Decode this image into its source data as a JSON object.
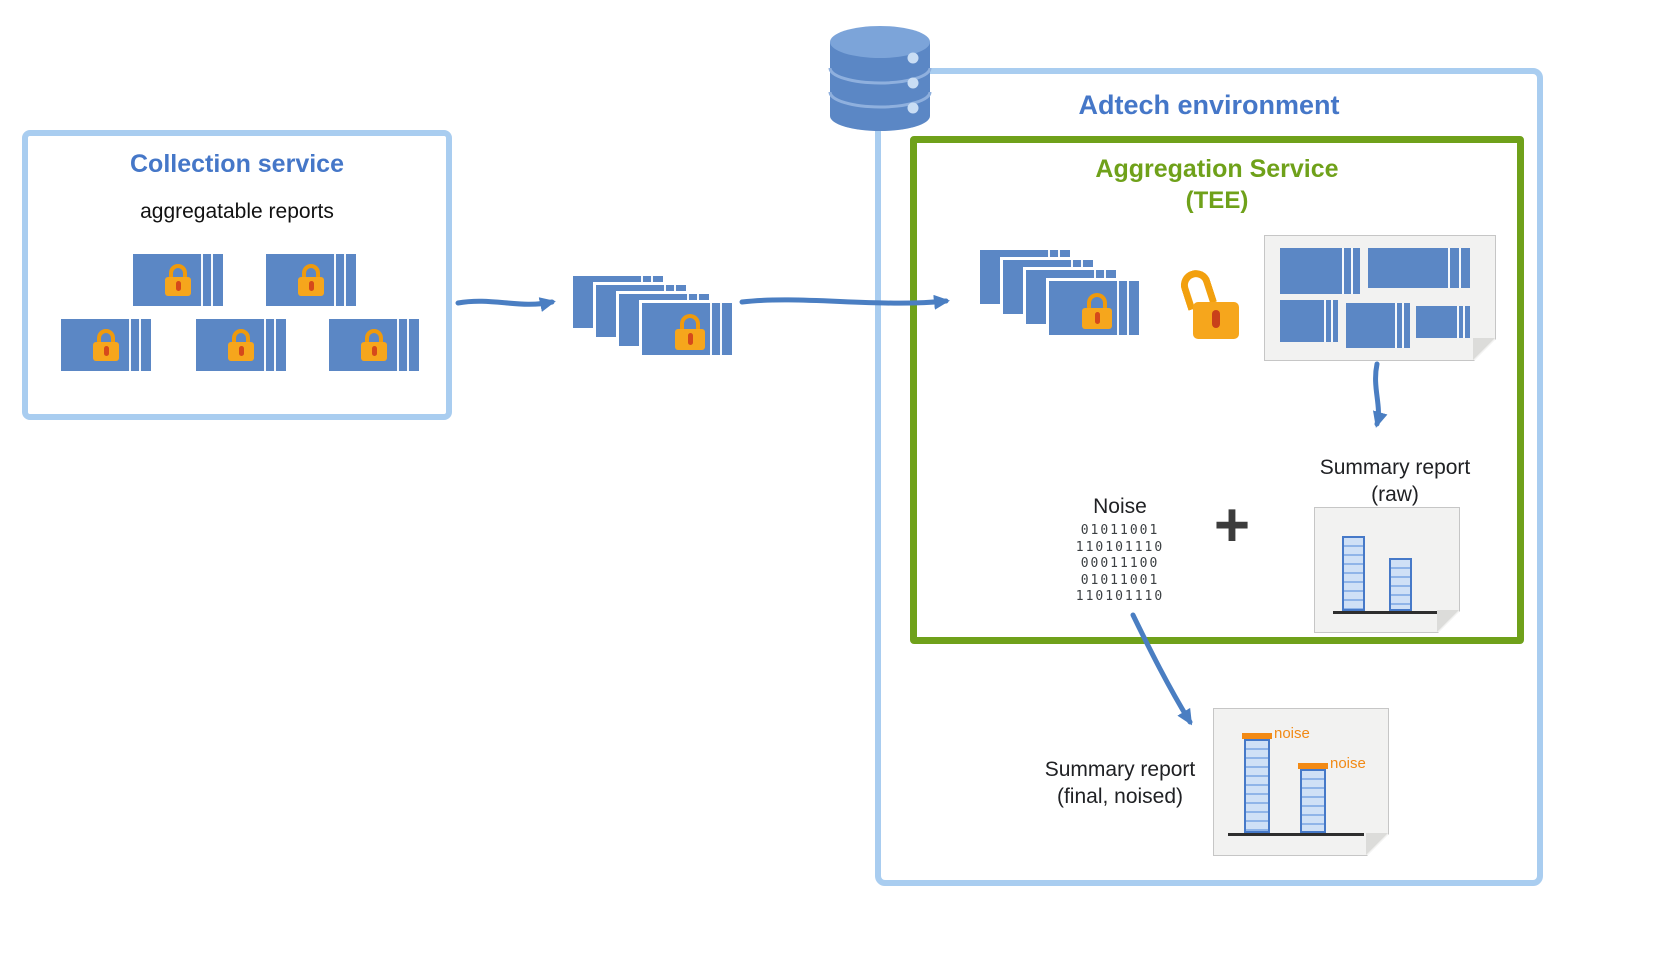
{
  "adtech": {
    "title": "Adtech environment"
  },
  "collection": {
    "title": "Collection service",
    "subtitle": "aggregatable reports"
  },
  "aggregation": {
    "title": "Aggregation Service",
    "subtitle": "(TEE)"
  },
  "noise": {
    "label": "Noise",
    "plus": "+",
    "lines": [
      "01011001",
      "110101110",
      "00011100",
      "01011001",
      "110101110"
    ]
  },
  "summary_raw": {
    "line1": "Summary report",
    "line2": "(raw)"
  },
  "summary_final": {
    "line1": "Summary report",
    "line2": "(final, noised)",
    "noise_label": "noise"
  },
  "colors": {
    "container_border": "#a9cdf0",
    "title_blue": "#4577c8",
    "tee_green": "#6fa11a",
    "report_blue": "#5b87c5",
    "lock_orange": "#f6a61c",
    "keyhole_red": "#d5491b",
    "noise_orange": "#f28a15",
    "arrow_blue": "#4a7ec2",
    "doc_gray": "#f2f2f1",
    "bar_fill": "#cfe0f6",
    "bar_border": "#4679c8"
  },
  "icons": {
    "database": "database-icon",
    "locked_report": "encrypted-report-icon",
    "open_lock": "unlocked-padlock-icon"
  }
}
